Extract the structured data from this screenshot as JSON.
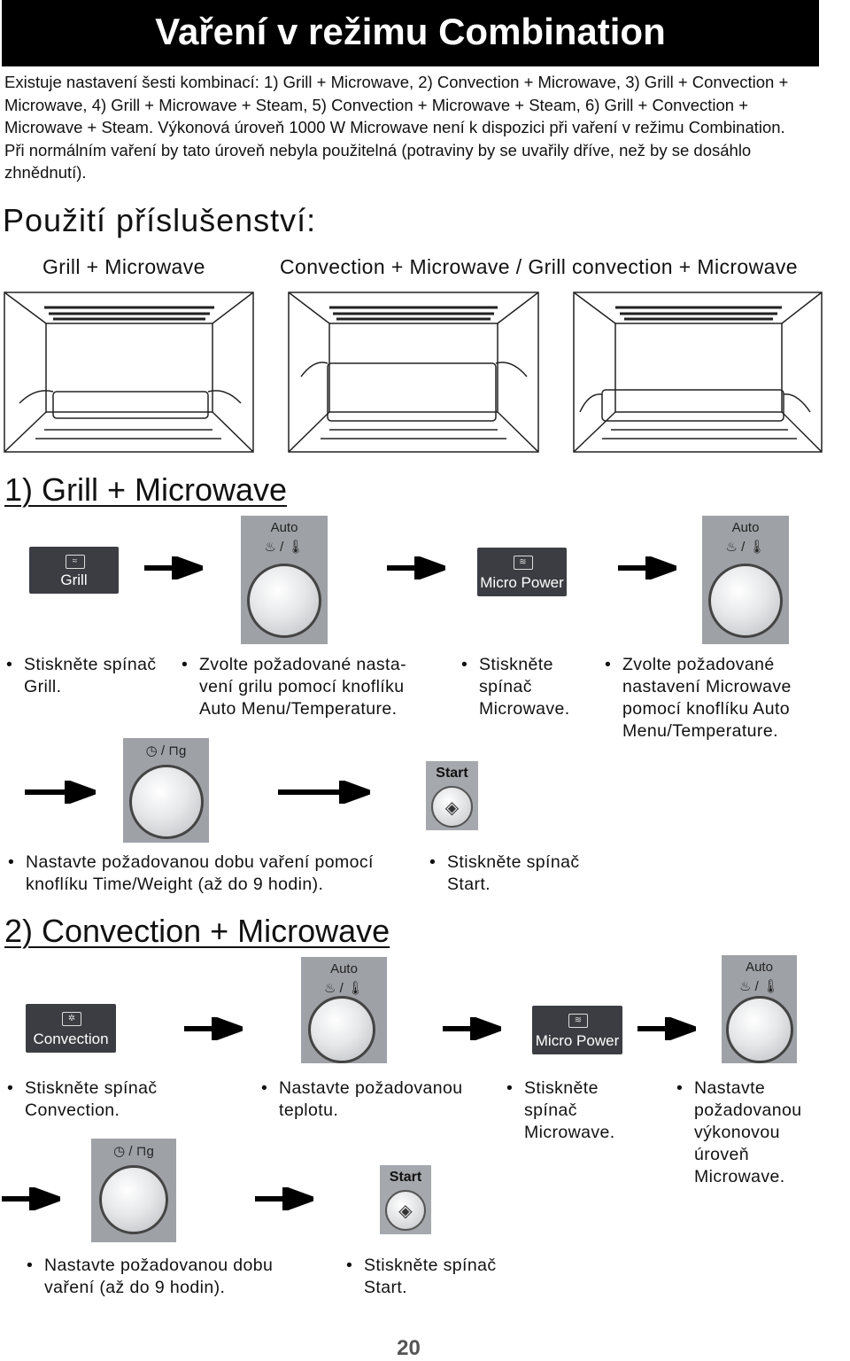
{
  "title": "Vaření v režimu Combination",
  "intro": "Existuje nastavení šesti kombinací: 1) Grill + Microwave, 2) Convection + Microwave, 3) Grill + Convection + Microwave, 4) Grill + Microwave + Steam, 5) Convection + Microwave + Steam, 6) Grill + Convection + Microwave + Steam. Výkonová úroveň 1000 W Microwave není k dispozici při vaření v režimu Combination. Při normálním vaření by tato úroveň nebyla použitelná (potraviny by se uvařily dříve, než by se dosáhlo zhnědnutí).",
  "accessories": {
    "heading": "Použití příslušenství:",
    "caption_left": "Grill + Microwave",
    "caption_right": "Convection + Microwave / Grill convection + Microwave"
  },
  "panel_labels": {
    "auto": "Auto",
    "auto_symbols": "♨ / 🌡",
    "time_symbols": "◷ / ⊓g",
    "start": "Start",
    "start_glyph": "◈"
  },
  "section1": {
    "heading": "1) Grill + Microwave",
    "btn_grill": "Grill",
    "btn_micro": "Micro Power",
    "steps": [
      "Stiskněte spínač Grill.",
      "Zvolte požadované nasta-vení grilu pomocí knoflíku Auto Menu/Temperature.",
      "Stiskněte spínač Microwave.",
      "Zvolte požadované nastavení Microwave pomocí knoflíku Auto Menu/Temperature.",
      "Nastavte požadovanou dobu vaření pomocí knoflíku Time/Weight (až do 9 hodin).",
      "Stiskněte spínač Start."
    ]
  },
  "section2": {
    "heading": "2) Convection + Microwave",
    "btn_conv": "Convection",
    "btn_micro": "Micro Power",
    "steps": [
      "Stiskněte spínač Convection.",
      "Nastavte požadovanou teplotu.",
      "Stiskněte spínač Microwave.",
      "Nastavte požadovanou výkonovou úroveň Microwave.",
      "Nastavte požadovanou dobu vaření (až do 9 hodin).",
      "Stiskněte spínač Start."
    ]
  },
  "page_number": "20"
}
